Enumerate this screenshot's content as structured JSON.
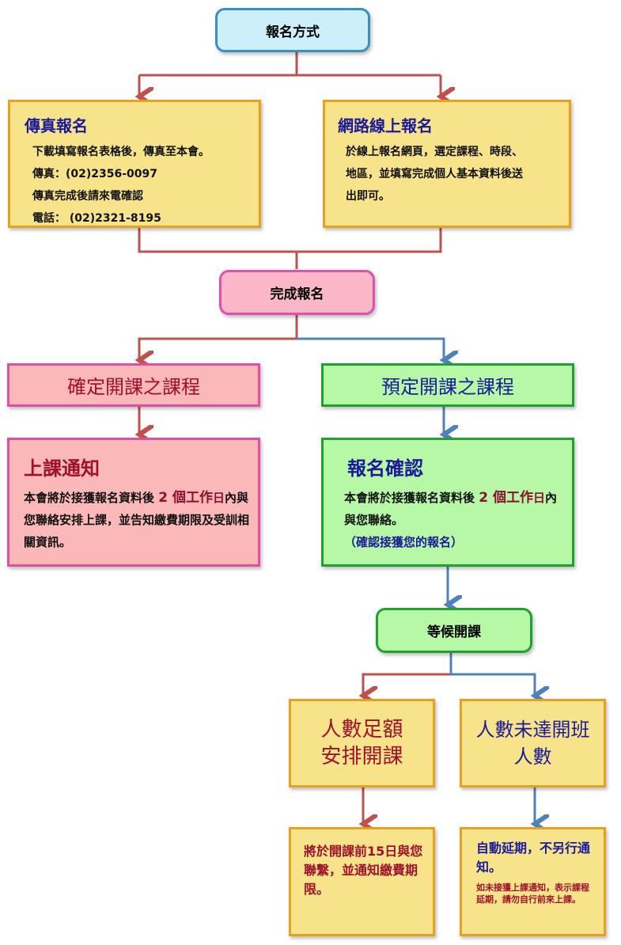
{
  "colors": {
    "red_line": "#c0504d",
    "blue_line": "#4f81bd"
  },
  "start": "報名方式",
  "fax": {
    "title": "傳真報名",
    "lines": [
      "下載填寫報名表格後，傳真至本會。",
      "傳真：(02)2356-0097",
      "傳真完成後請來電確認",
      "電話： (02)2321-8195"
    ]
  },
  "online": {
    "title": "網路線上報名",
    "lines": [
      "於線上報名網頁，選定課程、時段、",
      "地區，並填寫完成個人基本資料後送",
      "出即可。"
    ]
  },
  "done": "完成報名",
  "confirmed_course": "確定開課之課程",
  "planned_course": "預定開課之課程",
  "notice": {
    "title": "上課通知",
    "text_pre": "本會將於接獲報名資料後 ",
    "highlight_a": "2 個工作",
    "highlight_b": "日",
    "text_post": "內與您聯絡安排上課，並告知繳費期限及受訓相關資訊。"
  },
  "confirm": {
    "title": "報名確認",
    "text_pre": "本會將於接獲報名資料後 ",
    "highlight_a": "2 個工作",
    "highlight_b": "日",
    "text_post": "內與您聯絡。",
    "note": "（確認接獲您的報名）"
  },
  "wait": "等候開課",
  "full": {
    "line1": "人數足額",
    "line2": "安排開課",
    "detail": "將於開課前15日與您聯繫，並通知繳費期限。"
  },
  "notfull": {
    "line1": "人數未達開班",
    "line2": "人數",
    "detail": "自動延期，不另行通知。",
    "note": "如未接獲上課通知，表示課程延期，請勿自行前來上課。"
  }
}
